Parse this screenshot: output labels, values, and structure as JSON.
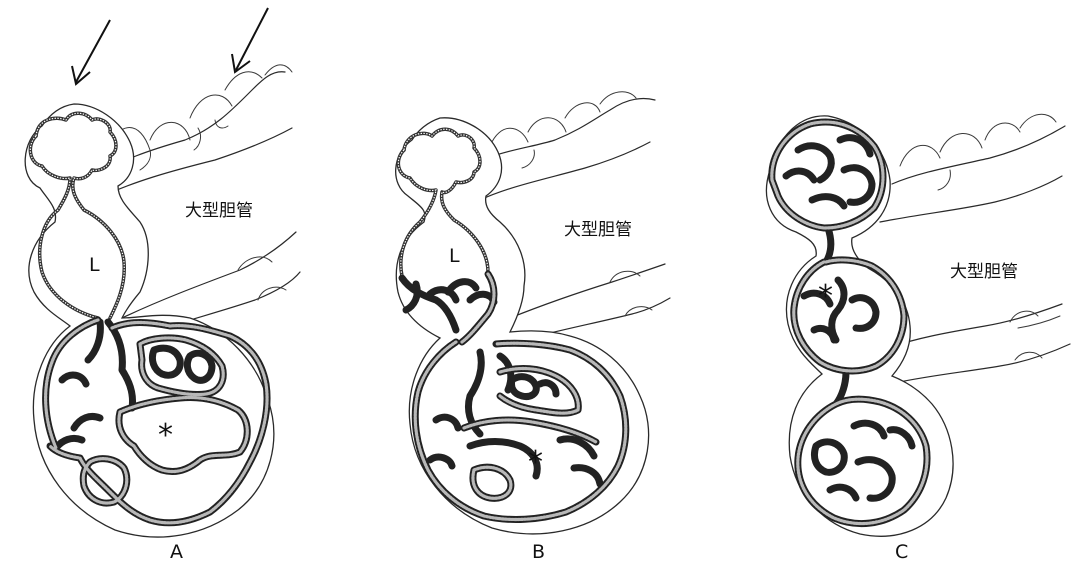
{
  "panels": [
    {
      "id": "A",
      "duct_label": "大型胆管",
      "lumen_label": "L",
      "lesion_mark": "*"
    },
    {
      "id": "B",
      "duct_label": "大型胆管",
      "lumen_label": "L",
      "lesion_mark": "*"
    },
    {
      "id": "C",
      "duct_label": "大型胆管",
      "lesion_mark": "*"
    }
  ],
  "colors": {
    "line": "#2a2a2a",
    "epithelium": "#222222",
    "background": "#ffffff"
  },
  "icons": [
    "arrow-icon"
  ]
}
